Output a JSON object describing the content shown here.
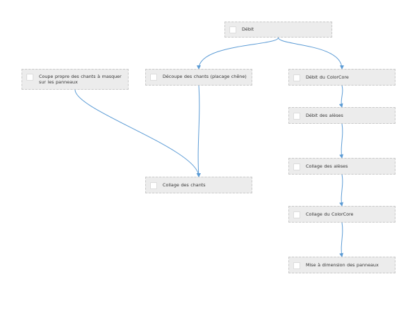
{
  "diagram": {
    "nodes": [
      {
        "id": "debit",
        "label": "Débit"
      },
      {
        "id": "coupe-propre",
        "label": "Coupe propre des chants à masquer sur les panneaux"
      },
      {
        "id": "decoupe-chants",
        "label": "Découpe des chants (placage chêne)"
      },
      {
        "id": "debit-colorcore",
        "label": "Débit du ColorCore"
      },
      {
        "id": "debit-aleses",
        "label": "Débit des alèses"
      },
      {
        "id": "collage-chants",
        "label": "Collage des chants"
      },
      {
        "id": "collage-aleses",
        "label": "Collage des alèses"
      },
      {
        "id": "collage-colorcore",
        "label": "Collage du ColorCore"
      },
      {
        "id": "mise-dimension",
        "label": "Mise à dimension des panneaux"
      }
    ],
    "edges": [
      {
        "from": "debit",
        "to": "decoupe-chants"
      },
      {
        "from": "debit",
        "to": "debit-colorcore"
      },
      {
        "from": "coupe-propre",
        "to": "collage-chants"
      },
      {
        "from": "decoupe-chants",
        "to": "collage-chants"
      },
      {
        "from": "debit-colorcore",
        "to": "debit-aleses"
      },
      {
        "from": "debit-aleses",
        "to": "collage-aleses"
      },
      {
        "from": "collage-aleses",
        "to": "collage-colorcore"
      },
      {
        "from": "collage-colorcore",
        "to": "mise-dimension"
      }
    ],
    "colors": {
      "edge": "#5b9bd5",
      "node_fill": "#ececec",
      "node_border": "#c8c8c8"
    }
  }
}
